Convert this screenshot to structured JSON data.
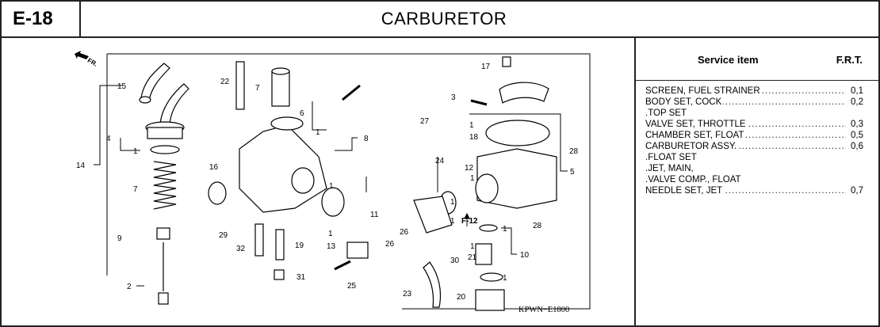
{
  "header": {
    "code": "E-18",
    "title": "CARBURETOR"
  },
  "service": {
    "col_item": "Service item",
    "col_frt": "F.R.T.",
    "rows": [
      {
        "name": "SCREEN, FUEL STRAINER",
        "value": "0,1"
      },
      {
        "name": "BODY SET, COCK",
        "value": "0,2"
      },
      {
        "name": ".TOP SET",
        "value": ""
      },
      {
        "name": "VALVE SET, THROTTLE",
        "value": "0,3"
      },
      {
        "name": "CHAMBER SET, FLOAT",
        "value": "0,5"
      },
      {
        "name": "CARBURETOR ASSY.",
        "value": "0,6"
      },
      {
        "name": ".FLOAT SET",
        "value": ""
      },
      {
        "name": ".JET, MAIN,",
        "value": ""
      },
      {
        "name": ".VALVE COMP., FLOAT",
        "value": ""
      },
      {
        "name": "NEEDLE SET, JET",
        "value": "0,7"
      }
    ]
  },
  "diagram": {
    "fr_label": "FR.",
    "drawing_code": "KPWN−E1800",
    "ref": "F-12",
    "callouts": {
      "c1a": "1",
      "c1b": "1",
      "c1c": "1",
      "c1d": "1",
      "c1e": "1",
      "c1f": "1",
      "c1g": "1",
      "c1h": "1",
      "c1i": "1",
      "c1j": "1",
      "c1k": "1",
      "c2": "2",
      "c3": "3",
      "c4": "4",
      "c5": "5",
      "c6": "6",
      "c7a": "7",
      "c7b": "7",
      "c8": "8",
      "c9": "9",
      "c10": "10",
      "c11": "11",
      "c12": "12",
      "c13": "13",
      "c14": "14",
      "c15": "15",
      "c16": "16",
      "c17": "17",
      "c18": "18",
      "c19": "19",
      "c20": "20",
      "c21": "21",
      "c22": "22",
      "c23": "23",
      "c24": "24",
      "c25": "25",
      "c26a": "26",
      "c26b": "26",
      "c27": "27",
      "c28a": "28",
      "c28b": "28",
      "c29": "29",
      "c30": "30",
      "c31": "31",
      "c32": "32"
    }
  }
}
